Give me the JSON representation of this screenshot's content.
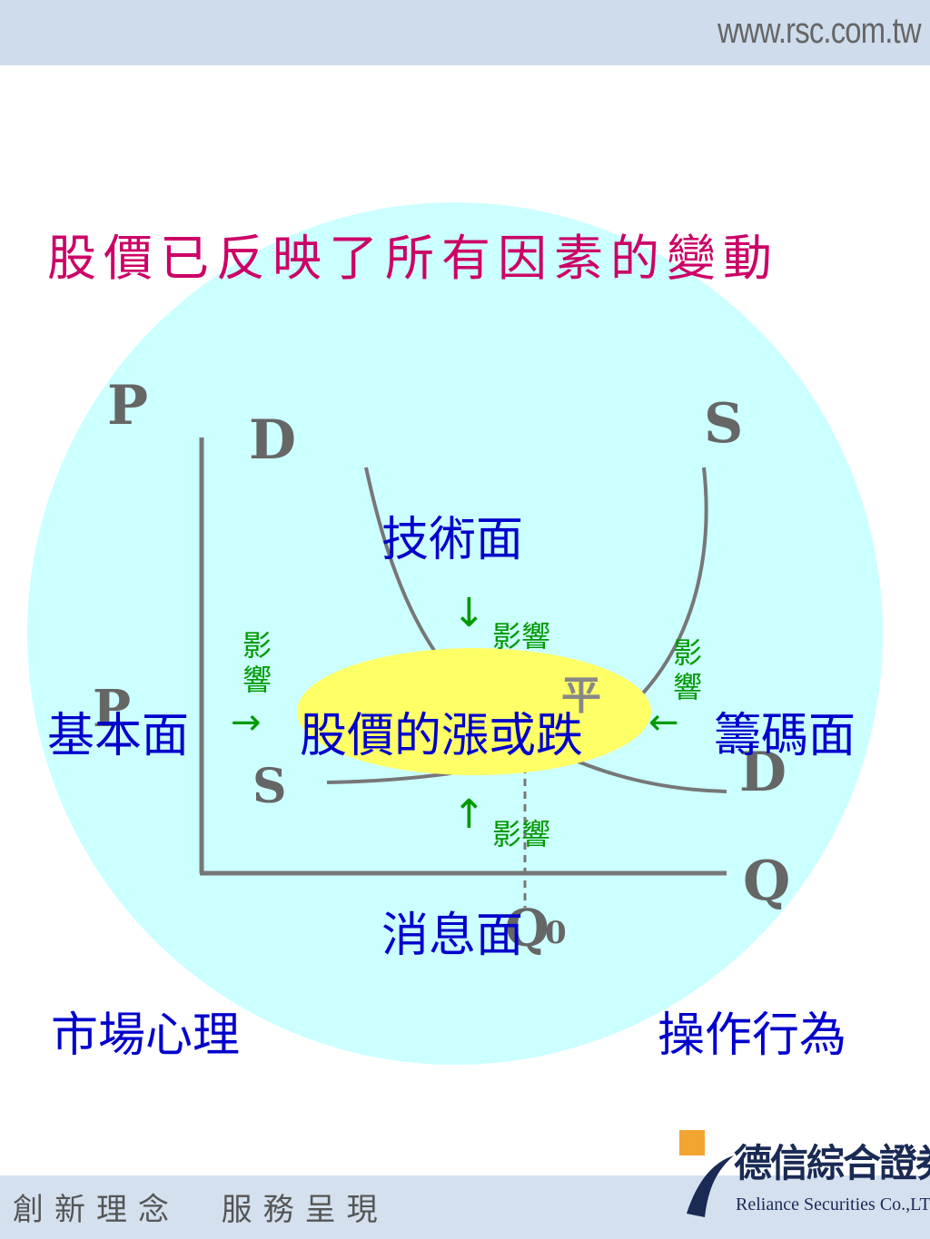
{
  "header": {
    "url": "www.rsc.com.tw"
  },
  "footer": {
    "slogan": "創新理念  服務呈現",
    "company_name": "德信綜合證券",
    "company_name_en": "Reliance Securities Co.,LTD."
  },
  "title": "股價已反映了所有因素的變動",
  "chart": {
    "y_axis_label": "P",
    "x_axis_label": "Q",
    "demand_label_top": "D",
    "demand_label_bottom": "D",
    "supply_label_top": "S",
    "supply_label_bottom": "S",
    "eq_label_q": "Q",
    "eq_label_sub": "0",
    "eq_label_p": "P",
    "hidden_glyph": "平"
  },
  "center": {
    "label": "股價的漲或跌"
  },
  "factors": {
    "top": "技術面",
    "left": "基本面",
    "right": "籌碼面",
    "bottom": "消息面",
    "bottom_left": "市場心理",
    "bottom_right": "操作行為"
  },
  "influence": {
    "top": "影響",
    "left": "影響",
    "right": "影響",
    "bottom": "影響"
  },
  "arrows": {
    "down": "↓",
    "up": "↑",
    "right": "→",
    "left": "←"
  },
  "colors": {
    "title": "#cc0066",
    "factor_text": "#0000cc",
    "influence_text": "#009900",
    "circle": "#ccffff",
    "ellipse": "#ffff66",
    "curves": "#777777"
  }
}
